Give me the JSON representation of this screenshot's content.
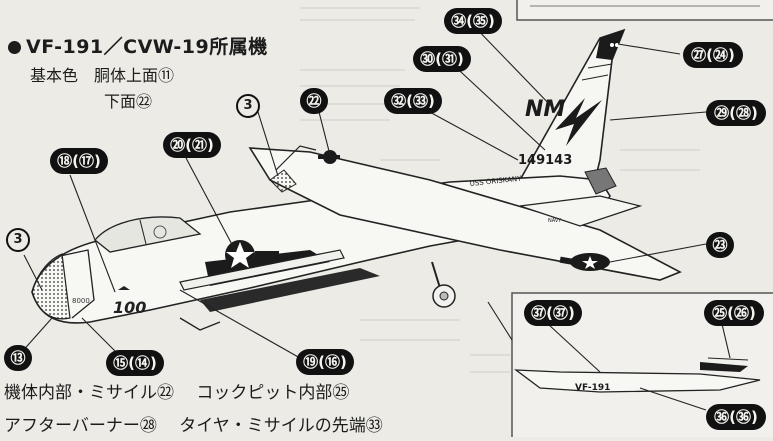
{
  "header": {
    "title": "VF-191／CVW-19所属機",
    "base_color_line": "基本色　胴体上面⑪",
    "lower_line": "下面㉒"
  },
  "footer": {
    "line1": "機体内部・ミサイル㉒　 コックピット内部㉕",
    "line2": "アフターバーナー㉘　 タイヤ・ミサイルの先端㉝"
  },
  "aircraft_markings": {
    "tail_code": "NM",
    "bureau_number": "149143",
    "ship_name": "USS ORISKANY",
    "nose_number": "100",
    "nose_small": "8000",
    "inset_label": "VF-191"
  },
  "callouts": [
    {
      "id": "c34",
      "label": "㉞(㉟)"
    },
    {
      "id": "c27",
      "label": "㉗(㉔)"
    },
    {
      "id": "c30",
      "label": "㉚(㉛)"
    },
    {
      "id": "c32",
      "label": "㉜(㉝)"
    },
    {
      "id": "c29",
      "label": "㉙(㉘)"
    },
    {
      "id": "c22",
      "label": "㉒"
    },
    {
      "id": "c20",
      "label": "⑳(㉑)"
    },
    {
      "id": "c18",
      "label": "⑱(⑰)"
    },
    {
      "id": "c23",
      "label": "㉓"
    },
    {
      "id": "c13",
      "label": "⑬"
    },
    {
      "id": "c15",
      "label": "⑮(⑭)"
    },
    {
      "id": "c19",
      "label": "⑲(⑯)"
    },
    {
      "id": "c37",
      "label": "㊲(㊲)"
    },
    {
      "id": "c25",
      "label": "㉕(㉖)"
    },
    {
      "id": "c36",
      "label": "㊱(㊱)"
    }
  ],
  "ring_labels": {
    "r3_top": "3",
    "r3_left": "3"
  }
}
